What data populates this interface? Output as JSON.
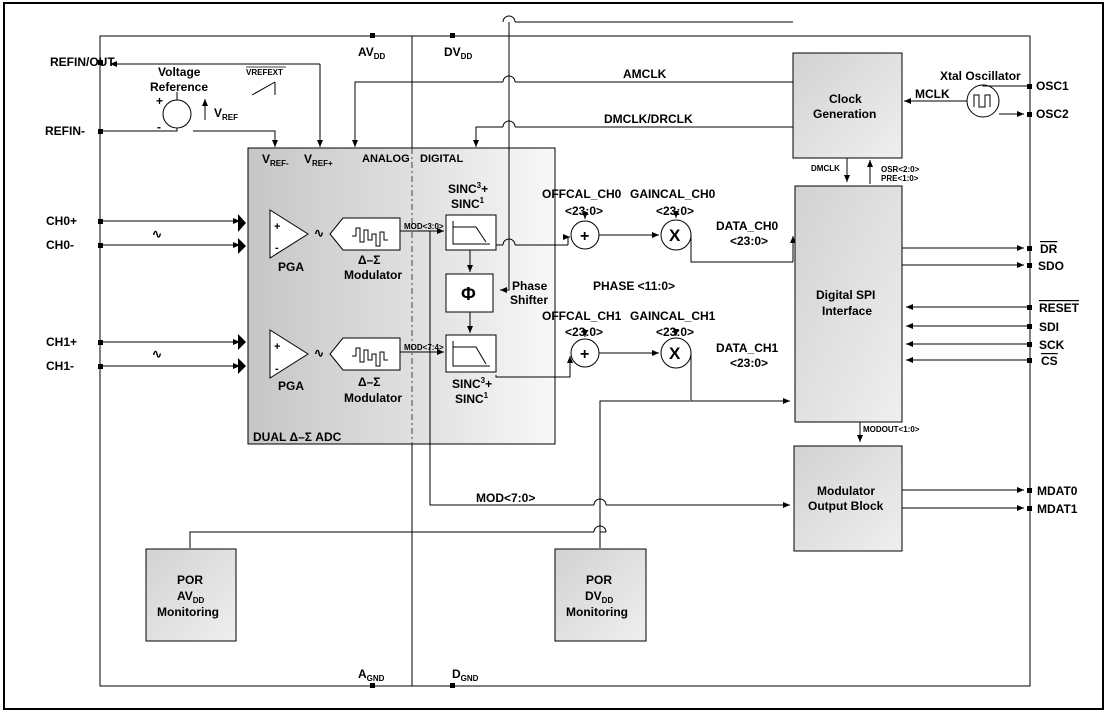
{
  "pins_left": {
    "refin_out": "REFIN/OUT",
    "refin_minus": "REFIN-",
    "ch0_plus": "CH0+",
    "ch0_minus": "CH0-",
    "ch1_plus": "CH1+",
    "ch1_minus": "CH1-"
  },
  "pins_right": {
    "osc1": "OSC1",
    "osc2": "OSC2",
    "dr": "DR",
    "sdo": "SDO",
    "reset": "RESET",
    "sdi": "SDI",
    "sck": "SCK",
    "cs": "CS",
    "mdat0": "MDAT0",
    "mdat1": "MDAT1"
  },
  "supplies": {
    "av": "AV",
    "av_sub": "DD",
    "dv": "DV",
    "dv_sub": "DD",
    "agnd": "A",
    "agnd_sub": "GND",
    "dgnd": "D",
    "dgnd_sub": "GND"
  },
  "reference": {
    "line1": "Voltage",
    "line2": "Reference",
    "vrefext": "VREFEXT",
    "vref": "V",
    "vref_sub": "REF",
    "vref_minus": "V",
    "vref_minus_sub": "REF-",
    "vref_plus": "V",
    "vref_plus_sub": "REF+"
  },
  "adc": {
    "analog": "ANALOG",
    "digital": "DIGITAL",
    "pga": "PGA",
    "modulator_delta": "Δ–Σ",
    "modulator": "Modulator",
    "mod_ch0": "MOD<3:0>",
    "mod_ch1": "MOD<7:4>",
    "sinc_top_1": "SINC",
    "sinc_top_sup1": "3",
    "sinc_top_plus": "+",
    "sinc_top_2": "SINC",
    "sinc_top_sup2": "1",
    "phase_symbol": "Φ",
    "phase_shifter_1": "Phase",
    "phase_shifter_2": "Shifter",
    "label": "DUAL Δ–Σ ADC"
  },
  "signals": {
    "amclk": "AMCLK",
    "dmclk_drclk": "DMCLK/DRCLK",
    "mclk": "MCLK",
    "dmclk": "DMCLK",
    "osr": "OSR<2:0>",
    "pre": "PRE<1:0>",
    "offcal_ch0": "OFFCAL_CH0",
    "gaincal_ch0": "GAINCAL_CH0",
    "bus_23_0": "<23:0>",
    "data_ch0": "DATA_CH0",
    "data_ch1": "DATA_CH1",
    "phase": "PHASE <11:0>",
    "offcal_ch1": "OFFCAL_CH1",
    "gaincal_ch1": "GAINCAL_CH1",
    "modout": "MODOUT<1:0>",
    "mod_7_0": "MOD<7:0>"
  },
  "blocks": {
    "xtal_osc": "Xtal Oscillator",
    "clock_1": "Clock",
    "clock_2": "Generation",
    "spi_1": "Digital SPI",
    "spi_2": "Interface",
    "modout_1": "Modulator",
    "modout_2": "Output Block",
    "por_av_1": "POR",
    "por_av_2": "AV",
    "por_av_2_sub": "DD",
    "por_av_3": "Monitoring",
    "por_dv_1": "POR",
    "por_dv_2": "DV",
    "por_dv_2_sub": "DD",
    "por_dv_3": "Monitoring"
  },
  "symbols": {
    "tilde": "∿",
    "plus": "+",
    "minus": "-",
    "times": "X"
  }
}
